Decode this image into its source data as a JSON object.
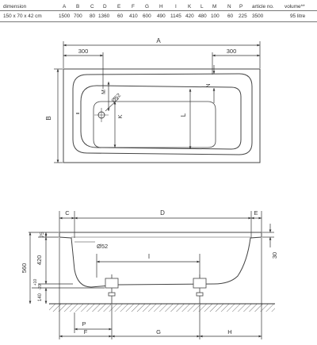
{
  "table": {
    "headers": [
      "dimension",
      "A",
      "B",
      "C",
      "D",
      "E",
      "F",
      "G",
      "H",
      "I",
      "K",
      "L",
      "M",
      "N",
      "P",
      "article no.",
      "volume**"
    ],
    "row": [
      "150 x 70 x 42 cm",
      "1500",
      "700",
      "80",
      "1360",
      "60",
      "410",
      "600",
      "490",
      "1145",
      "420",
      "480",
      "100",
      "60",
      "225",
      "3500",
      "95 litre"
    ]
  },
  "top_view": {
    "labels": {
      "A": "A",
      "B": "B",
      "K": "K",
      "L": "L",
      "M": "M",
      "N": "N"
    },
    "dims": {
      "left": "300",
      "right": "300",
      "drain": "Ø52"
    }
  },
  "side_view": {
    "labels": {
      "C": "C",
      "D": "D",
      "E": "E",
      "I": "I",
      "P": "P",
      "F": "F",
      "G": "G",
      "H": "H"
    },
    "dims": {
      "h75": "75",
      "h420": "420",
      "h560": "560",
      "h30": "30",
      "adj": "140",
      "plus": "+10",
      "minus": "-20",
      "drain": "Ø52"
    }
  }
}
